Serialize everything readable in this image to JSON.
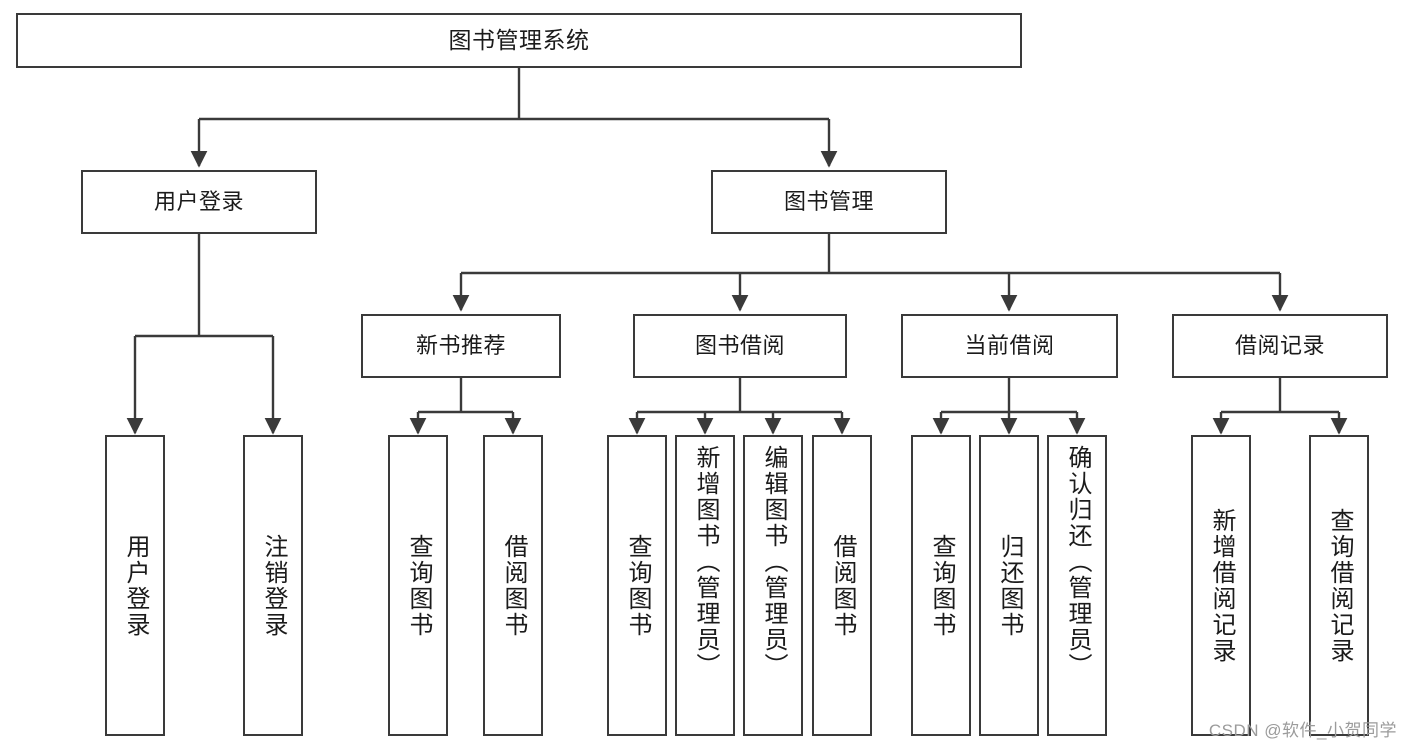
{
  "diagram": {
    "title": "图书管理系统",
    "type": "hierarchy-tree",
    "stroke_color": "#3a3a3a",
    "background_color": "#ffffff",
    "text_color": "#1b1b1b",
    "watermark": "CSDN @软件_小贺同学",
    "levels": {
      "root": {
        "label": "图书管理系统"
      },
      "level2": [
        {
          "label": "用户登录"
        },
        {
          "label": "图书管理"
        }
      ],
      "level3": [
        {
          "label": "新书推荐"
        },
        {
          "label": "图书借阅"
        },
        {
          "label": "当前借阅"
        },
        {
          "label": "借阅记录"
        }
      ],
      "leaves": {
        "user_login": [
          {
            "label": "用户登录"
          },
          {
            "label": "注销登录"
          }
        ],
        "new_book_recommend": [
          {
            "label": "查询图书"
          },
          {
            "label": "借阅图书"
          }
        ],
        "book_borrow": [
          {
            "label": "查询图书"
          },
          {
            "label": "新增图书（管理员）"
          },
          {
            "label": "编辑图书（管理员）"
          },
          {
            "label": "借阅图书"
          }
        ],
        "current_borrow": [
          {
            "label": "查询图书"
          },
          {
            "label": "归还图书"
          },
          {
            "label": "确认归还（管理员）"
          }
        ],
        "borrow_record": [
          {
            "label": "新增借阅记录"
          },
          {
            "label": "查询借阅记录"
          }
        ]
      }
    }
  }
}
